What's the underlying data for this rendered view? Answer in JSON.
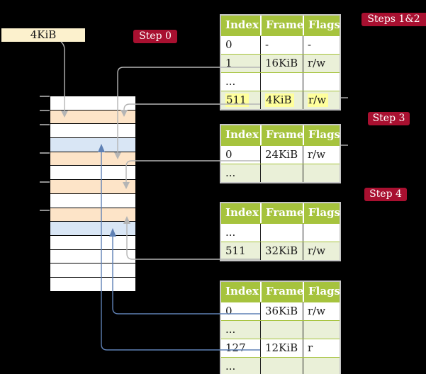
{
  "colors": {
    "background": "#000000",
    "cream_box": "#fcf1cd",
    "badge_red": "#a81030",
    "badge_text": "#ffffff",
    "header_green": "#a6c33d",
    "row_green": "#eaf0d8",
    "highlight_yellow": "#ffff9c",
    "mem_orange": "#fde4c8",
    "mem_blue": "#d9e6f5",
    "mem_white": "#ffffff",
    "connector_gray": "#b5b5b5",
    "connector_blue": "#5f81b5",
    "tick_gray": "#8f8f8f",
    "table_border_gray": "#c6c6c6",
    "cell_divider_dark": "#222222",
    "text_dark": "#1a1a1a"
  },
  "cr3_box": {
    "label": "4KiB"
  },
  "badges": {
    "step0": {
      "label": "Step 0"
    },
    "steps12": {
      "label": "Steps 1&2"
    },
    "step3": {
      "label": "Step 3"
    },
    "step4": {
      "label": "Step 4"
    }
  },
  "memory": {
    "description": "physical memory column, 4KiB frames top to bottom",
    "rows": [
      "white",
      "orange",
      "white",
      "blue",
      "orange",
      "white",
      "orange",
      "white",
      "orange",
      "blue",
      "white",
      "white",
      "white",
      "white"
    ],
    "tick_positions": [
      0,
      1,
      2,
      4,
      6,
      8
    ]
  },
  "tables": [
    {
      "name": "level-4-page-table",
      "headers": [
        "Index",
        "Frame",
        "Flags"
      ],
      "rows": [
        {
          "bg": "white",
          "cells": [
            {
              "t": "0"
            },
            {
              "t": "-"
            },
            {
              "t": "-"
            }
          ]
        },
        {
          "bg": "green",
          "cells": [
            {
              "t": "1"
            },
            {
              "t": "16KiB"
            },
            {
              "t": "r/w"
            }
          ]
        },
        {
          "bg": "white",
          "cells": [
            {
              "t": "..."
            },
            {
              "t": ""
            },
            {
              "t": ""
            }
          ]
        },
        {
          "bg": "green",
          "cells": [
            {
              "t": "511",
              "h": true
            },
            {
              "t": "4KiB",
              "h": true
            },
            {
              "t": "r/w",
              "h": true
            }
          ]
        }
      ]
    },
    {
      "name": "level-3-page-table",
      "headers": [
        "Index",
        "Frame",
        "Flags"
      ],
      "rows": [
        {
          "bg": "white",
          "cells": [
            {
              "t": "0"
            },
            {
              "t": "24KiB"
            },
            {
              "t": "r/w"
            }
          ]
        },
        {
          "bg": "green",
          "cells": [
            {
              "t": "..."
            },
            {
              "t": ""
            },
            {
              "t": ""
            }
          ]
        }
      ]
    },
    {
      "name": "level-2-page-table",
      "headers": [
        "Index",
        "Frame",
        "Flags"
      ],
      "rows": [
        {
          "bg": "white",
          "cells": [
            {
              "t": "..."
            },
            {
              "t": ""
            },
            {
              "t": ""
            }
          ]
        },
        {
          "bg": "green",
          "cells": [
            {
              "t": "511"
            },
            {
              "t": "32KiB"
            },
            {
              "t": "r/w"
            }
          ]
        }
      ]
    },
    {
      "name": "level-1-page-table",
      "headers": [
        "Index",
        "Frame",
        "Flags"
      ],
      "rows": [
        {
          "bg": "white",
          "cells": [
            {
              "t": "0"
            },
            {
              "t": "36KiB"
            },
            {
              "t": "r/w"
            }
          ]
        },
        {
          "bg": "green",
          "cells": [
            {
              "t": "..."
            },
            {
              "t": ""
            },
            {
              "t": ""
            }
          ]
        },
        {
          "bg": "white",
          "cells": [
            {
              "t": "127"
            },
            {
              "t": "12KiB"
            },
            {
              "t": "r"
            }
          ]
        },
        {
          "bg": "green",
          "cells": [
            {
              "t": "..."
            },
            {
              "t": ""
            },
            {
              "t": ""
            }
          ]
        }
      ]
    }
  ]
}
